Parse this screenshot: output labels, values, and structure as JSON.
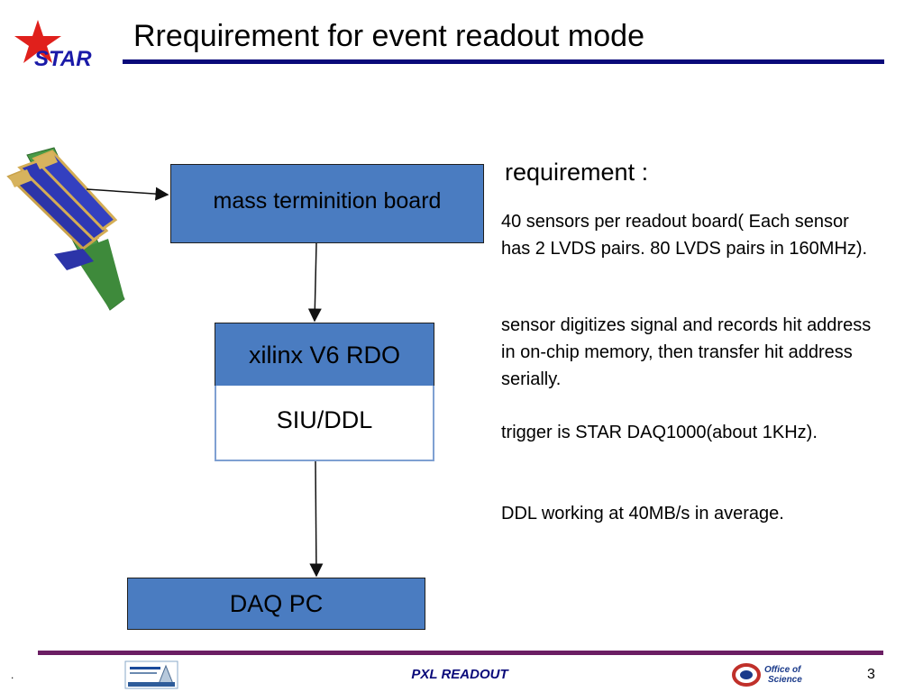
{
  "header": {
    "logo_text": "STAR",
    "title": "Rrequirement for event readout mode"
  },
  "colors": {
    "title_rule": "#0a0a7a",
    "footer_rule": "#6b1e63",
    "box_fill": "#4a7cc1",
    "siu_border": "#7fa0d2",
    "star_red": "#e0201c",
    "logo_blue": "#1a1aa8"
  },
  "diagram": {
    "mass_board_label": "mass terminition board",
    "rdo_label": "xilinx V6 RDO",
    "siu_label": "SIU/DDL",
    "daq_label": "DAQ PC",
    "sensor_ladder_icon": "sensor-ladder-icon"
  },
  "requirements": {
    "heading": "requirement :",
    "items": [
      "40 sensors per readout board( Each sensor has 2 LVDS pairs. 80 LVDS pairs in 160MHz).",
      "sensor digitizes signal and records hit address in on-chip memory, then transfer hit address serially.",
      "trigger is STAR DAQ1000(about 1KHz).",
      "DDL working at 40MB/s in average."
    ]
  },
  "footer": {
    "dot": ".",
    "title": "PXL READOUT",
    "page_number": "3",
    "doe_logo_line1": "Office of",
    "doe_logo_line2": "Science"
  }
}
